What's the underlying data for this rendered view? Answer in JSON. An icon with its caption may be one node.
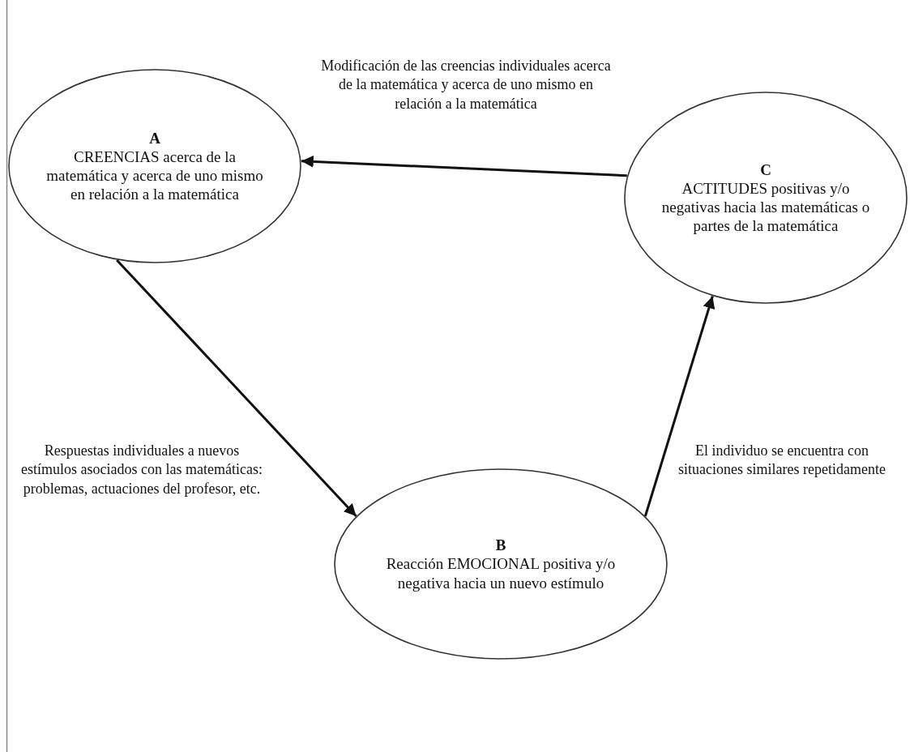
{
  "diagram": {
    "nodes": [
      {
        "text": [
          "A",
          "CREENCIAS acerca de la matemática y acerca de uno mismo en relación a la matemática"
        ]
      },
      {
        "text": [
          "C",
          "ACTITUDES positivas y/o negativas hacia las matemáticas o partes de la matemática"
        ]
      },
      {
        "text": [
          "B",
          "Reacción EMOCIONAL positiva y/o negativa hacia un nuevo estímulo"
        ]
      }
    ],
    "edges": [
      {
        "from": 1,
        "to": 0,
        "arrow": "to",
        "label": "Modificación de las creencias individuales acerca de la matemática y acerca de uno mismo en relación a la matemática"
      },
      {
        "from": 0,
        "to": 2,
        "arrow": "to",
        "label": "Respuestas individuales a nuevos estímulos asociados con las matemáticas: problemas, actuaciones del profesor, etc."
      },
      {
        "from": 2,
        "to": 1,
        "arrow": "to",
        "label": "El individuo se encuentra con situaciones similares repetidamente"
      }
    ]
  }
}
